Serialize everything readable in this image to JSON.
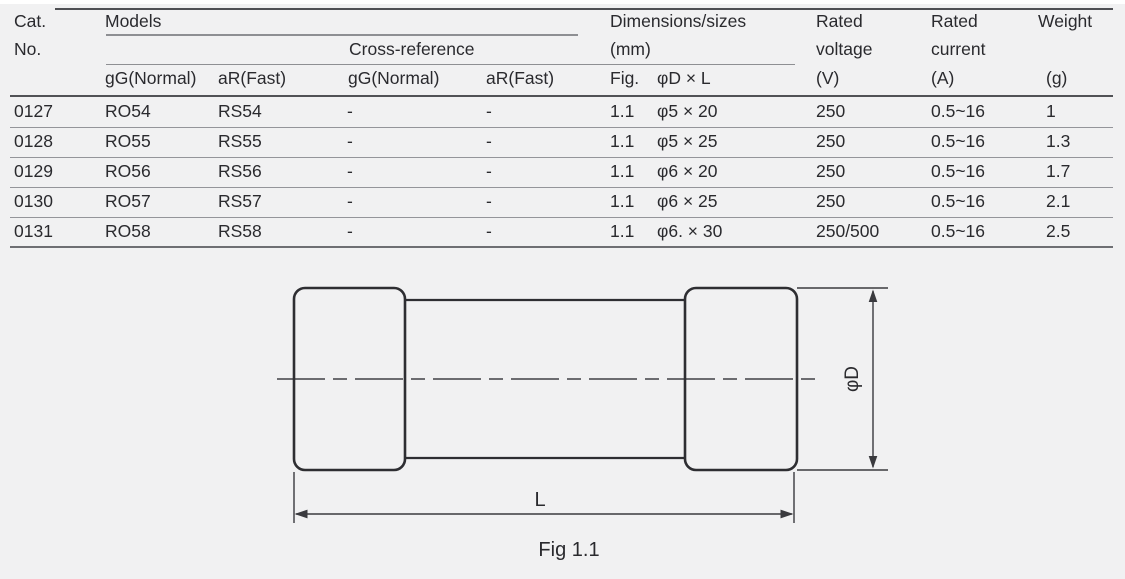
{
  "table": {
    "header": {
      "cat_line1": "Cat.",
      "cat_line2": "No.",
      "models": "Models",
      "cross_reference": "Cross-reference",
      "dimensions_line1": "Dimensions/sizes",
      "dimensions_line2": "(mm)",
      "rated_voltage_line1": "Rated",
      "rated_voltage_line2": "voltage",
      "rated_voltage_line3": "(V)",
      "rated_current_line1": "Rated",
      "rated_current_line2": "current",
      "rated_current_line3": "(A)",
      "weight_line1": "Weight",
      "weight_line2": "(g)",
      "sub": {
        "model_gg": "gG(Normal)",
        "model_ar": "aR(Fast)",
        "xref_gg": "gG(Normal)",
        "xref_ar": "aR(Fast)",
        "fig": "Fig.",
        "dxl": "φD × L"
      }
    },
    "rows": [
      {
        "cat": "0127",
        "model_gg": "RO54",
        "model_ar": "RS54",
        "xref_gg": "-",
        "xref_ar": "-",
        "fig": "1.1",
        "dxl": "φ5 × 20",
        "voltage": "250",
        "current": "0.5~16",
        "weight": "1"
      },
      {
        "cat": "0128",
        "model_gg": "RO55",
        "model_ar": "RS55",
        "xref_gg": "-",
        "xref_ar": "-",
        "fig": "1.1",
        "dxl": "φ5 × 25",
        "voltage": "250",
        "current": "0.5~16",
        "weight": "1.3"
      },
      {
        "cat": "0129",
        "model_gg": "RO56",
        "model_ar": "RS56",
        "xref_gg": "-",
        "xref_ar": "-",
        "fig": "1.1",
        "dxl": "φ6 × 20",
        "voltage": "250",
        "current": "0.5~16",
        "weight": "1.7"
      },
      {
        "cat": "0130",
        "model_gg": "RO57",
        "model_ar": "RS57",
        "xref_gg": "-",
        "xref_ar": "-",
        "fig": "1.1",
        "dxl": "φ6 × 25",
        "voltage": "250",
        "current": "0.5~16",
        "weight": "2.1"
      },
      {
        "cat": "0131",
        "model_gg": "RO58",
        "model_ar": "RS58",
        "xref_gg": "-",
        "xref_ar": "-",
        "fig": "1.1",
        "dxl": "φ6. × 30",
        "voltage": "250/500",
        "current": "0.5~16",
        "weight": "2.5"
      }
    ]
  },
  "figure": {
    "diameter_label": "φD",
    "length_label": "L",
    "caption": "Fig 1.1"
  },
  "colors": {
    "background": "#f1f1f2",
    "text": "#2a2a2e",
    "rule_dark": "#4f5054",
    "rule_light": "#8e8f93",
    "drawing_stroke": "#2e2e32"
  }
}
